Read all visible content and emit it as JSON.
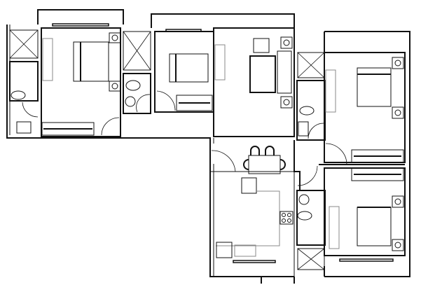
{
  "colors": {
    "wall": "#111111",
    "furniture": "#888888",
    "background": "#ffffff"
  },
  "rooms": [
    {
      "id": "bedroom-1"
    },
    {
      "id": "bedroom-2"
    },
    {
      "id": "living-room"
    },
    {
      "id": "dining-kitchen"
    },
    {
      "id": "bedroom-3"
    },
    {
      "id": "bedroom-4"
    },
    {
      "id": "bathroom-1"
    },
    {
      "id": "bathroom-2"
    },
    {
      "id": "bathroom-3"
    },
    {
      "id": "bathroom-4"
    }
  ]
}
